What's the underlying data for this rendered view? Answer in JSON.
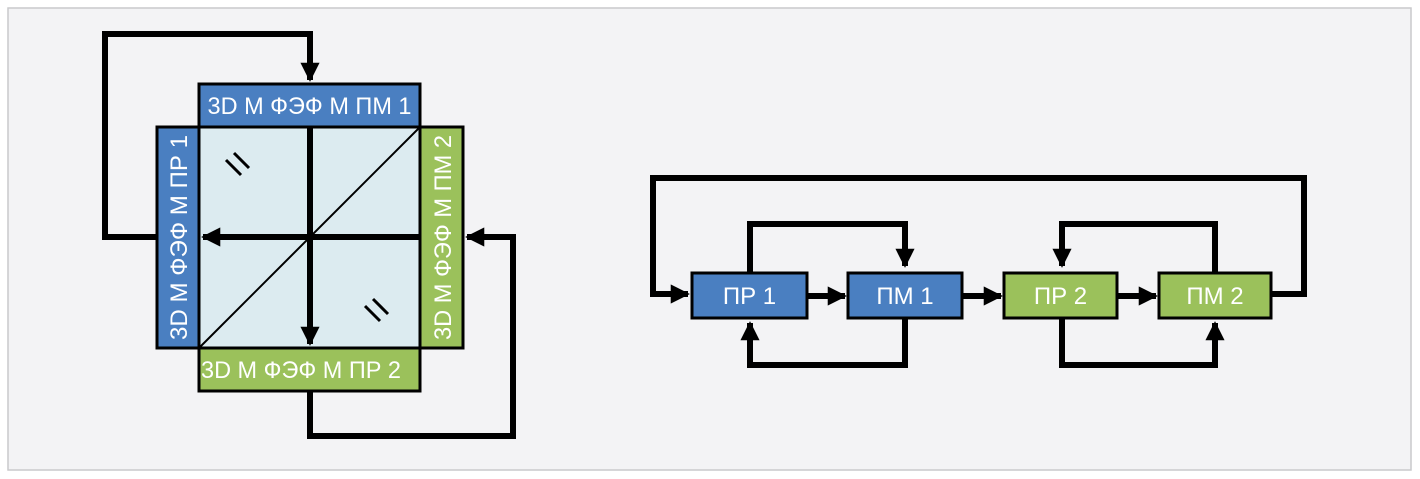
{
  "colors": {
    "panel_bg": "#f3f3f5",
    "panel_border": "#c9c9cc",
    "blue": "#4a7fc1",
    "green": "#9bc15b",
    "glass": "#dcebf0",
    "line": "#000000"
  },
  "left_diagram": {
    "top_label": "3D М ФЭФ М ПМ 1",
    "bottom_label": "3D М ФЭФ М ПР 2",
    "left_label": "3D М ФЭФ М ПР 1",
    "right_label": "3D М ФЭФ М ПМ 2"
  },
  "right_diagram": {
    "blocks": [
      {
        "id": "pr1",
        "label": "ПР 1",
        "color": "blue"
      },
      {
        "id": "pm1",
        "label": "ПМ 1",
        "color": "blue"
      },
      {
        "id": "pr2",
        "label": "ПР 2",
        "color": "green"
      },
      {
        "id": "pm2",
        "label": "ПМ 2",
        "color": "green"
      }
    ]
  }
}
